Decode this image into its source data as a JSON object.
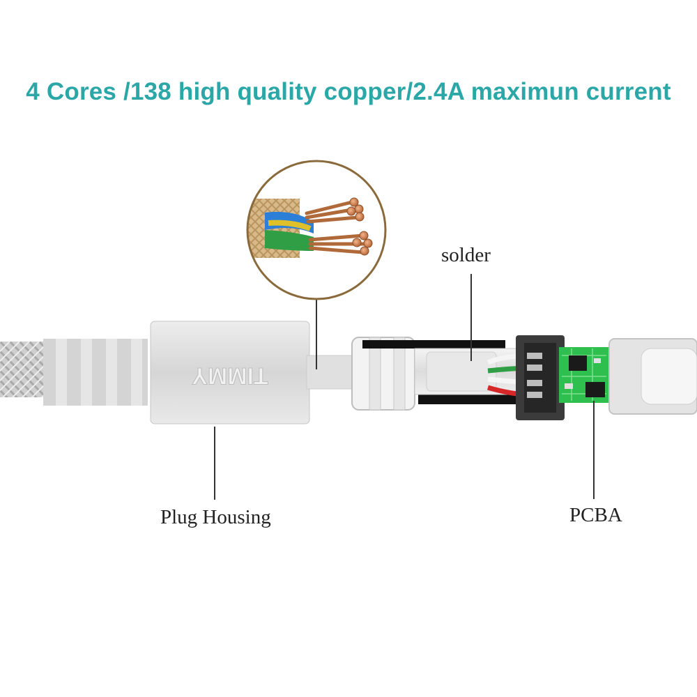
{
  "headline": "4 Cores /138 high quality copper/2.4A maximun current",
  "labels": {
    "solder": "solder",
    "plug_housing": "Plug Housing",
    "pcba": "PCBA"
  },
  "housing_brand": "TIMMY",
  "colors": {
    "headline": "#2aa7a6",
    "housing": "#d9d9d9",
    "braid": "#c9c9c9",
    "pcb": "#2fbf4f",
    "copper": "#c77a48",
    "wire_red": "#d62828",
    "wire_green": "#2f9e44",
    "wire_blue": "#2b7fd6",
    "wire_yellow": "#e0c02a"
  },
  "icons": [
    "copper-core-inset",
    "lightning-connector-tip"
  ]
}
